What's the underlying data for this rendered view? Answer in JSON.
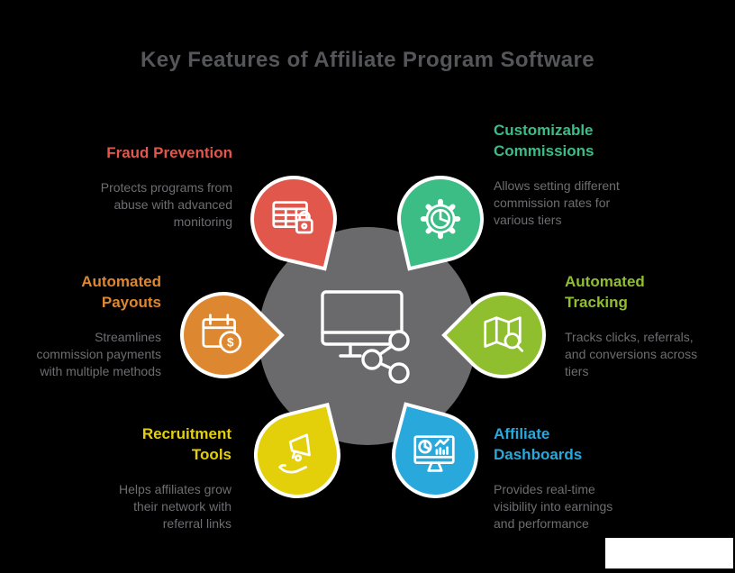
{
  "title": "Key Features of Affiliate Program Software",
  "colors": {
    "background": "#000000",
    "center_blob": "#6A6A6C",
    "title_text": "#55565A",
    "body_text": "#6D6E71",
    "watermark_cover": "#FFFFFF"
  },
  "center": {
    "icon": "monitor-share-icon"
  },
  "features": [
    {
      "id": "fraud-prevention",
      "title": "Fraud Prevention",
      "description": "Protects programs from\nabuse with advanced\nmonitoring",
      "color": "#E2574C",
      "icon": "table-lock-icon",
      "align": "right"
    },
    {
      "id": "customizable-commissions",
      "title": "Customizable\nCommissions",
      "description": "Allows setting different\ncommission rates for\nvarious tiers",
      "color": "#3DBD86",
      "icon": "gear-pie-icon",
      "align": "left"
    },
    {
      "id": "automated-payouts",
      "title": "Automated\nPayouts",
      "description": "Streamlines\ncommission payments\nwith multiple methods",
      "color": "#DE8731",
      "icon": "calendar-dollar-icon",
      "align": "right"
    },
    {
      "id": "automated-tracking",
      "title": "Automated\nTracking",
      "description": "Tracks clicks, referrals,\nand conversions across\ntiers",
      "color": "#8FBF2F",
      "icon": "map-search-icon",
      "align": "left"
    },
    {
      "id": "recruitment-tools",
      "title": "Recruitment\nTools",
      "description": "Helps affiliates grow\ntheir network with\nreferral links",
      "color": "#E4D00A",
      "icon": "megaphone-hand-icon",
      "align": "right"
    },
    {
      "id": "affiliate-dashboards",
      "title": "Affiliate\nDashboards",
      "description": "Provides real-time\nvisibility into earnings\nand performance",
      "color": "#29A8DC",
      "icon": "dashboard-icon",
      "align": "left"
    }
  ]
}
